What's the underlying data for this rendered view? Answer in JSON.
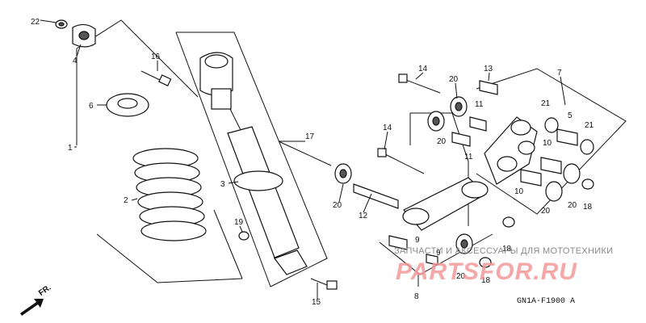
{
  "diagram": {
    "labels": {
      "l1": "1",
      "l2": "2",
      "l3": "3",
      "l4": "4",
      "l5": "5",
      "l6": "6",
      "l7": "7",
      "l8": "8",
      "l9a": "9",
      "l9b": "9",
      "l10a": "10",
      "l10b": "10",
      "l11a": "11",
      "l11b": "11",
      "l12": "12",
      "l13": "13",
      "l14a": "14",
      "l14b": "14",
      "l15": "15",
      "l16": "16",
      "l17": "17",
      "l18a": "18",
      "l18b": "18",
      "l18c": "18",
      "l19": "19",
      "l20a": "20",
      "l20b": "20",
      "l20c": "20",
      "l20d": "20",
      "l20e": "20",
      "l20f": "20",
      "l21a": "21",
      "l21b": "21",
      "l22": "22"
    },
    "direction_marker": "FR.",
    "diagram_code": "GN1A-F1900 A"
  },
  "watermark": {
    "tagline": "ЗАПЧАСТИ И АКСЕССУАРЫ ДЛЯ МОТОТЕХНИКИ",
    "brand": "PARTSFOR.RU"
  }
}
